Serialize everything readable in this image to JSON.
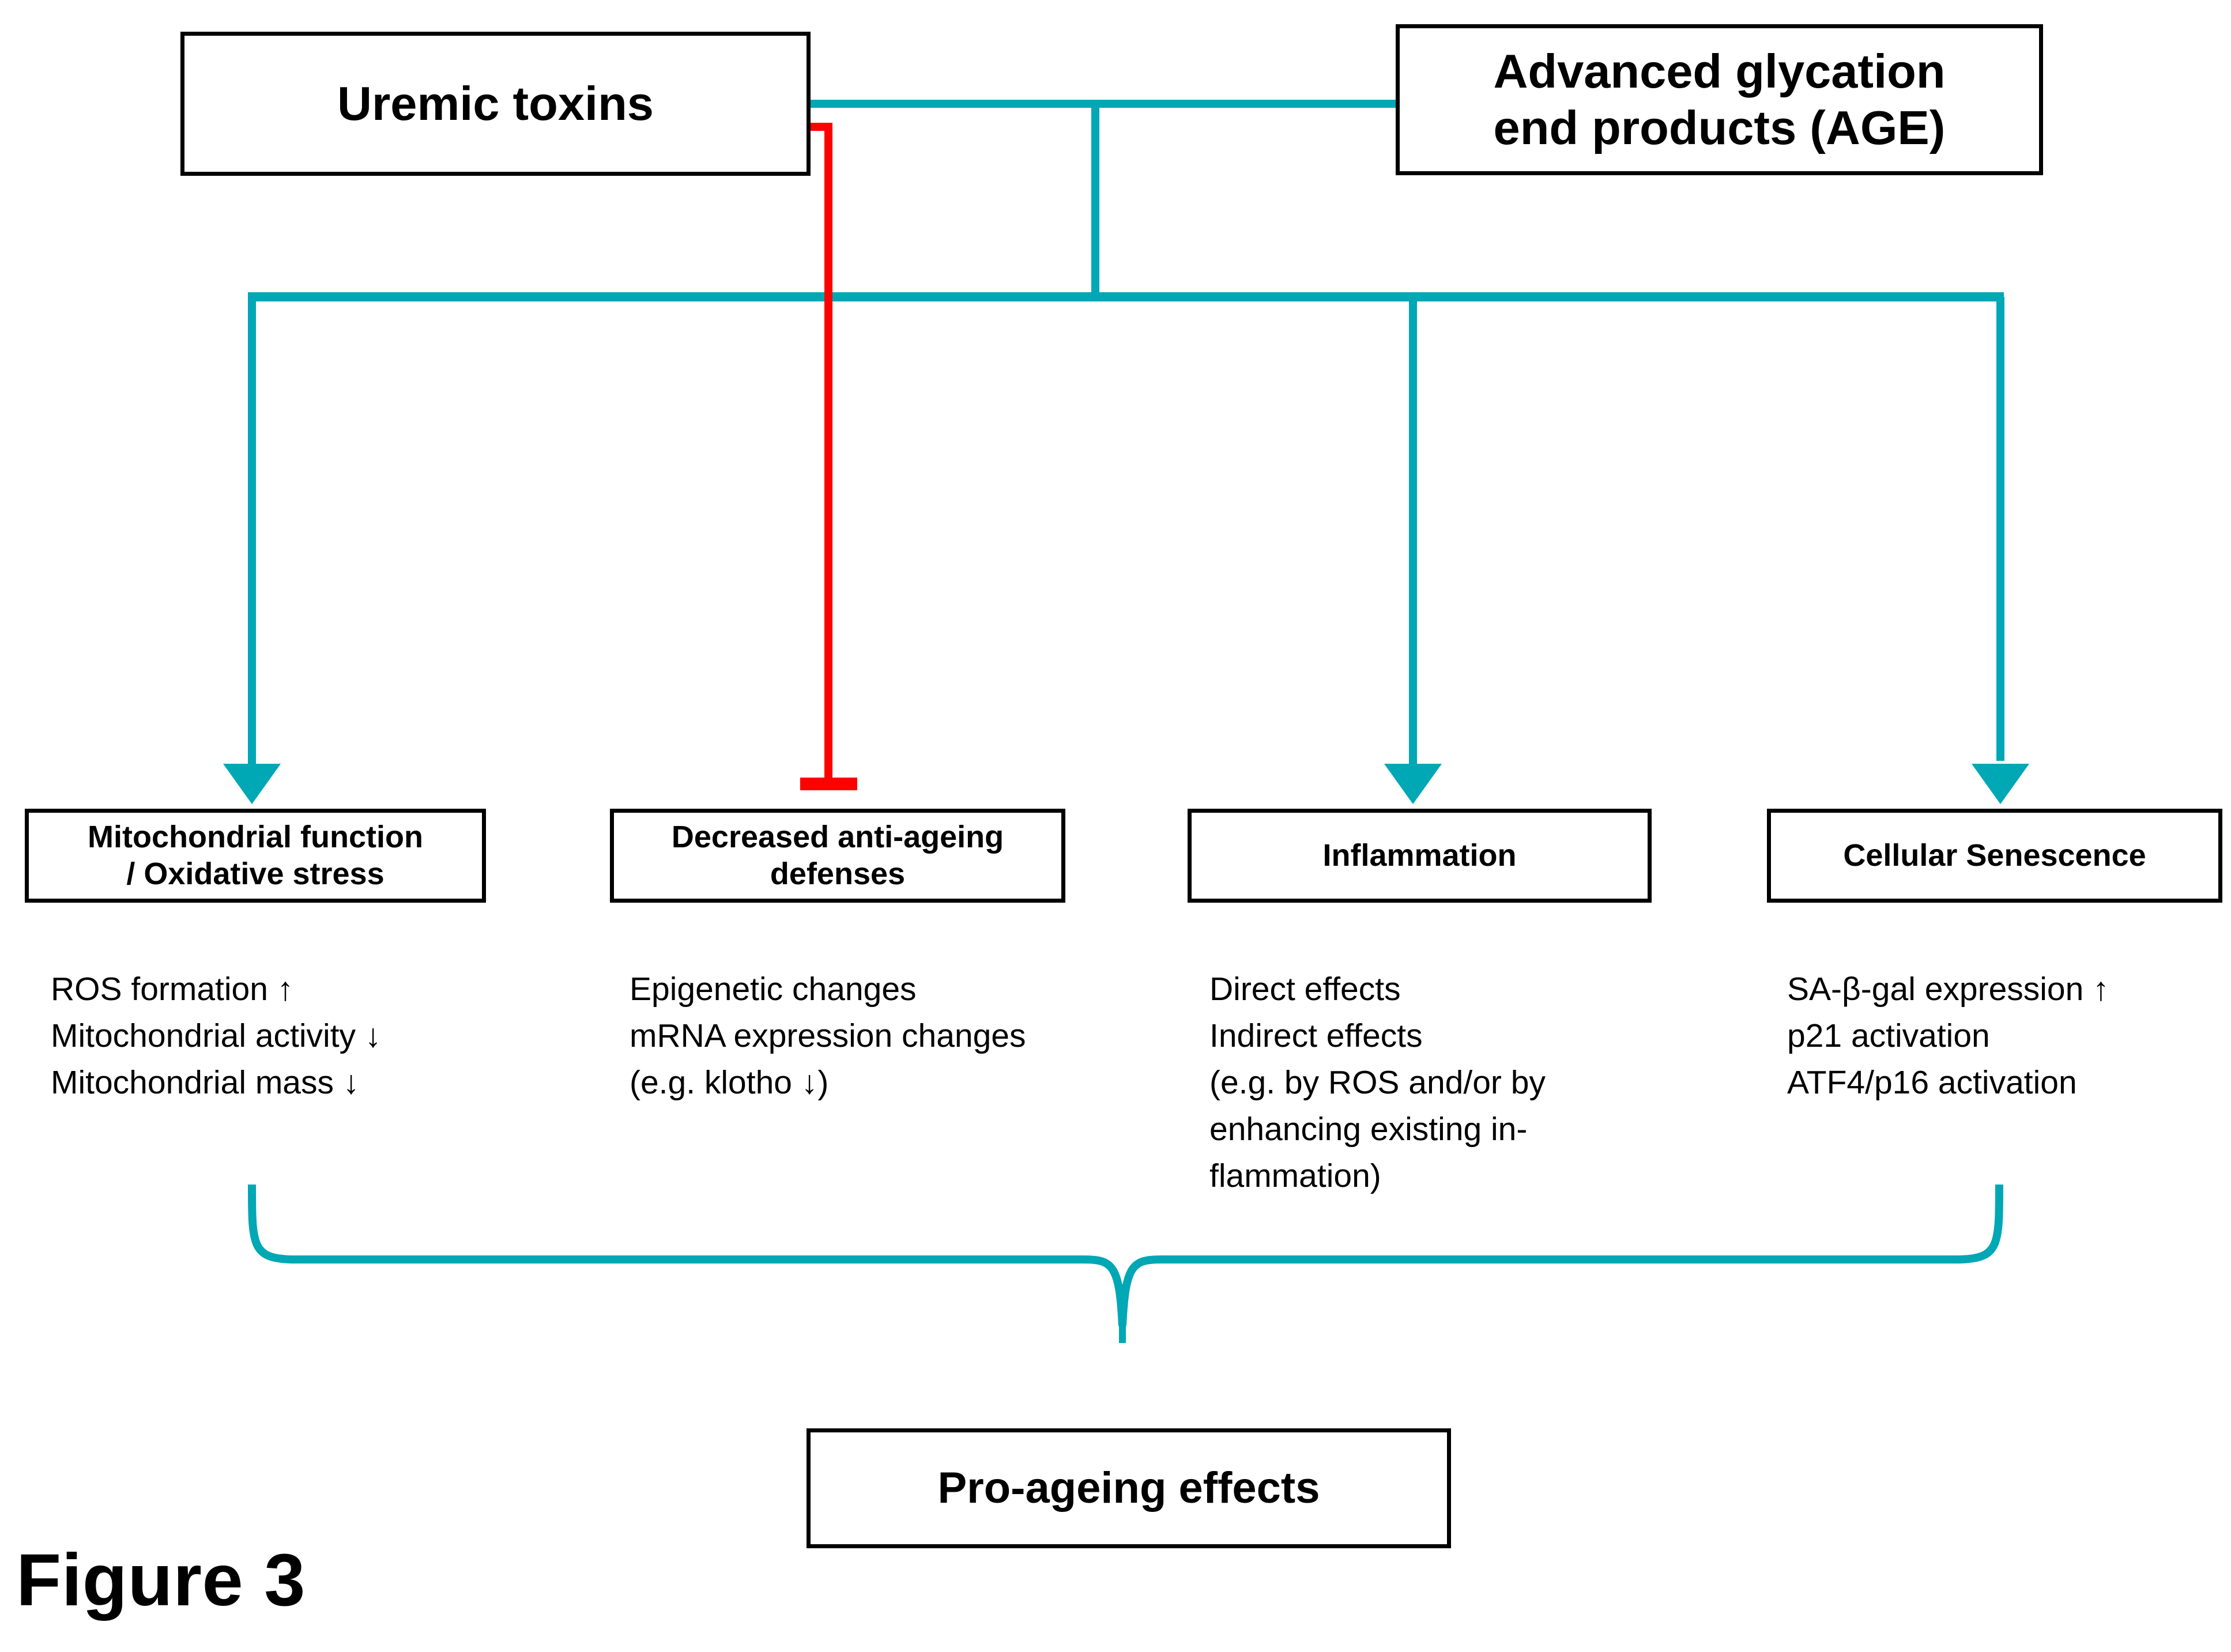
{
  "figure": {
    "label": "Figure 3"
  },
  "colors": {
    "connector_teal": "#00A7B5",
    "inhibition_red": "#FF0000",
    "box_border": "#000000",
    "text": "#000000",
    "background": "#FFFFFF"
  },
  "nodes": {
    "uremic_toxins": {
      "label": "Uremic toxins"
    },
    "age": {
      "label": "Advanced glycation\nend products (AGE)"
    },
    "mitochondrial": {
      "label": "Mitochondrial function\n/ Oxidative stress"
    },
    "defenses": {
      "label": "Decreased anti-ageing\ndefenses"
    },
    "inflammation": {
      "label": "Inflammation"
    },
    "senescence": {
      "label": "Cellular Senescence"
    },
    "pro_ageing": {
      "label": "Pro-ageing effects"
    }
  },
  "details": {
    "mitochondrial": {
      "lines": [
        "ROS formation ↑",
        "Mitochondrial activity ↓",
        "Mitochondrial mass ↓"
      ]
    },
    "defenses": {
      "lines": [
        "Epigenetic changes",
        "mRNA expression changes",
        "   (e.g. klotho ↓)"
      ]
    },
    "inflammation": {
      "lines": [
        "Direct effects",
        "Indirect effects",
        "   (e.g. by ROS and/or by",
        "   enhancing existing in-",
        "   flammation)"
      ]
    },
    "senescence": {
      "lines": [
        "SA-β-gal expression ↑",
        "p21 activation",
        "ATF4/p16 activation"
      ]
    }
  },
  "connectors": [
    {
      "name": "uremic-to-bus",
      "kind": "line",
      "color": "#00A7B5"
    },
    {
      "name": "age-to-bus",
      "kind": "line",
      "color": "#00A7B5"
    },
    {
      "name": "bus-to-mitochondrial",
      "kind": "arrow",
      "color": "#00A7B5"
    },
    {
      "name": "bus-to-inflammation",
      "kind": "arrow",
      "color": "#00A7B5"
    },
    {
      "name": "bus-to-senescence",
      "kind": "arrow",
      "color": "#00A7B5"
    },
    {
      "name": "uremic-inhibits-defenses",
      "kind": "inhibition",
      "color": "#FF0000"
    },
    {
      "name": "outcomes-brace-to-pro-ageing",
      "kind": "brace",
      "color": "#00A7B5"
    }
  ]
}
